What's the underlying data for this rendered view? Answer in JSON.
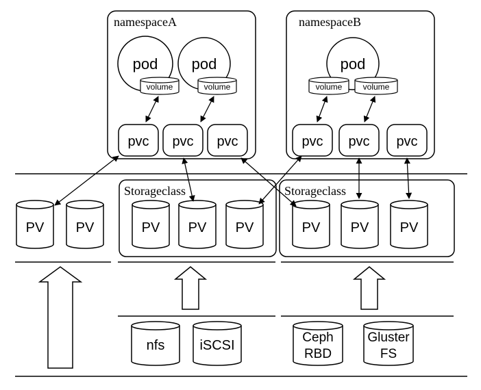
{
  "namespaces": [
    {
      "label": "namespaceA"
    },
    {
      "label": "namespaceB"
    }
  ],
  "pod_label": "pod",
  "volume_label": "volume",
  "pvc_label": "pvc",
  "pv_label": "PV",
  "storageclass_label": "Storageclass",
  "backends": {
    "nfs": "nfs",
    "iscsi": "iSCSI",
    "ceph_line1": "Ceph",
    "ceph_line2": "RBD",
    "gluster_line1": "Gluster",
    "gluster_line2": "FS"
  },
  "colors": {
    "stroke": "#000000",
    "background": "#ffffff"
  }
}
